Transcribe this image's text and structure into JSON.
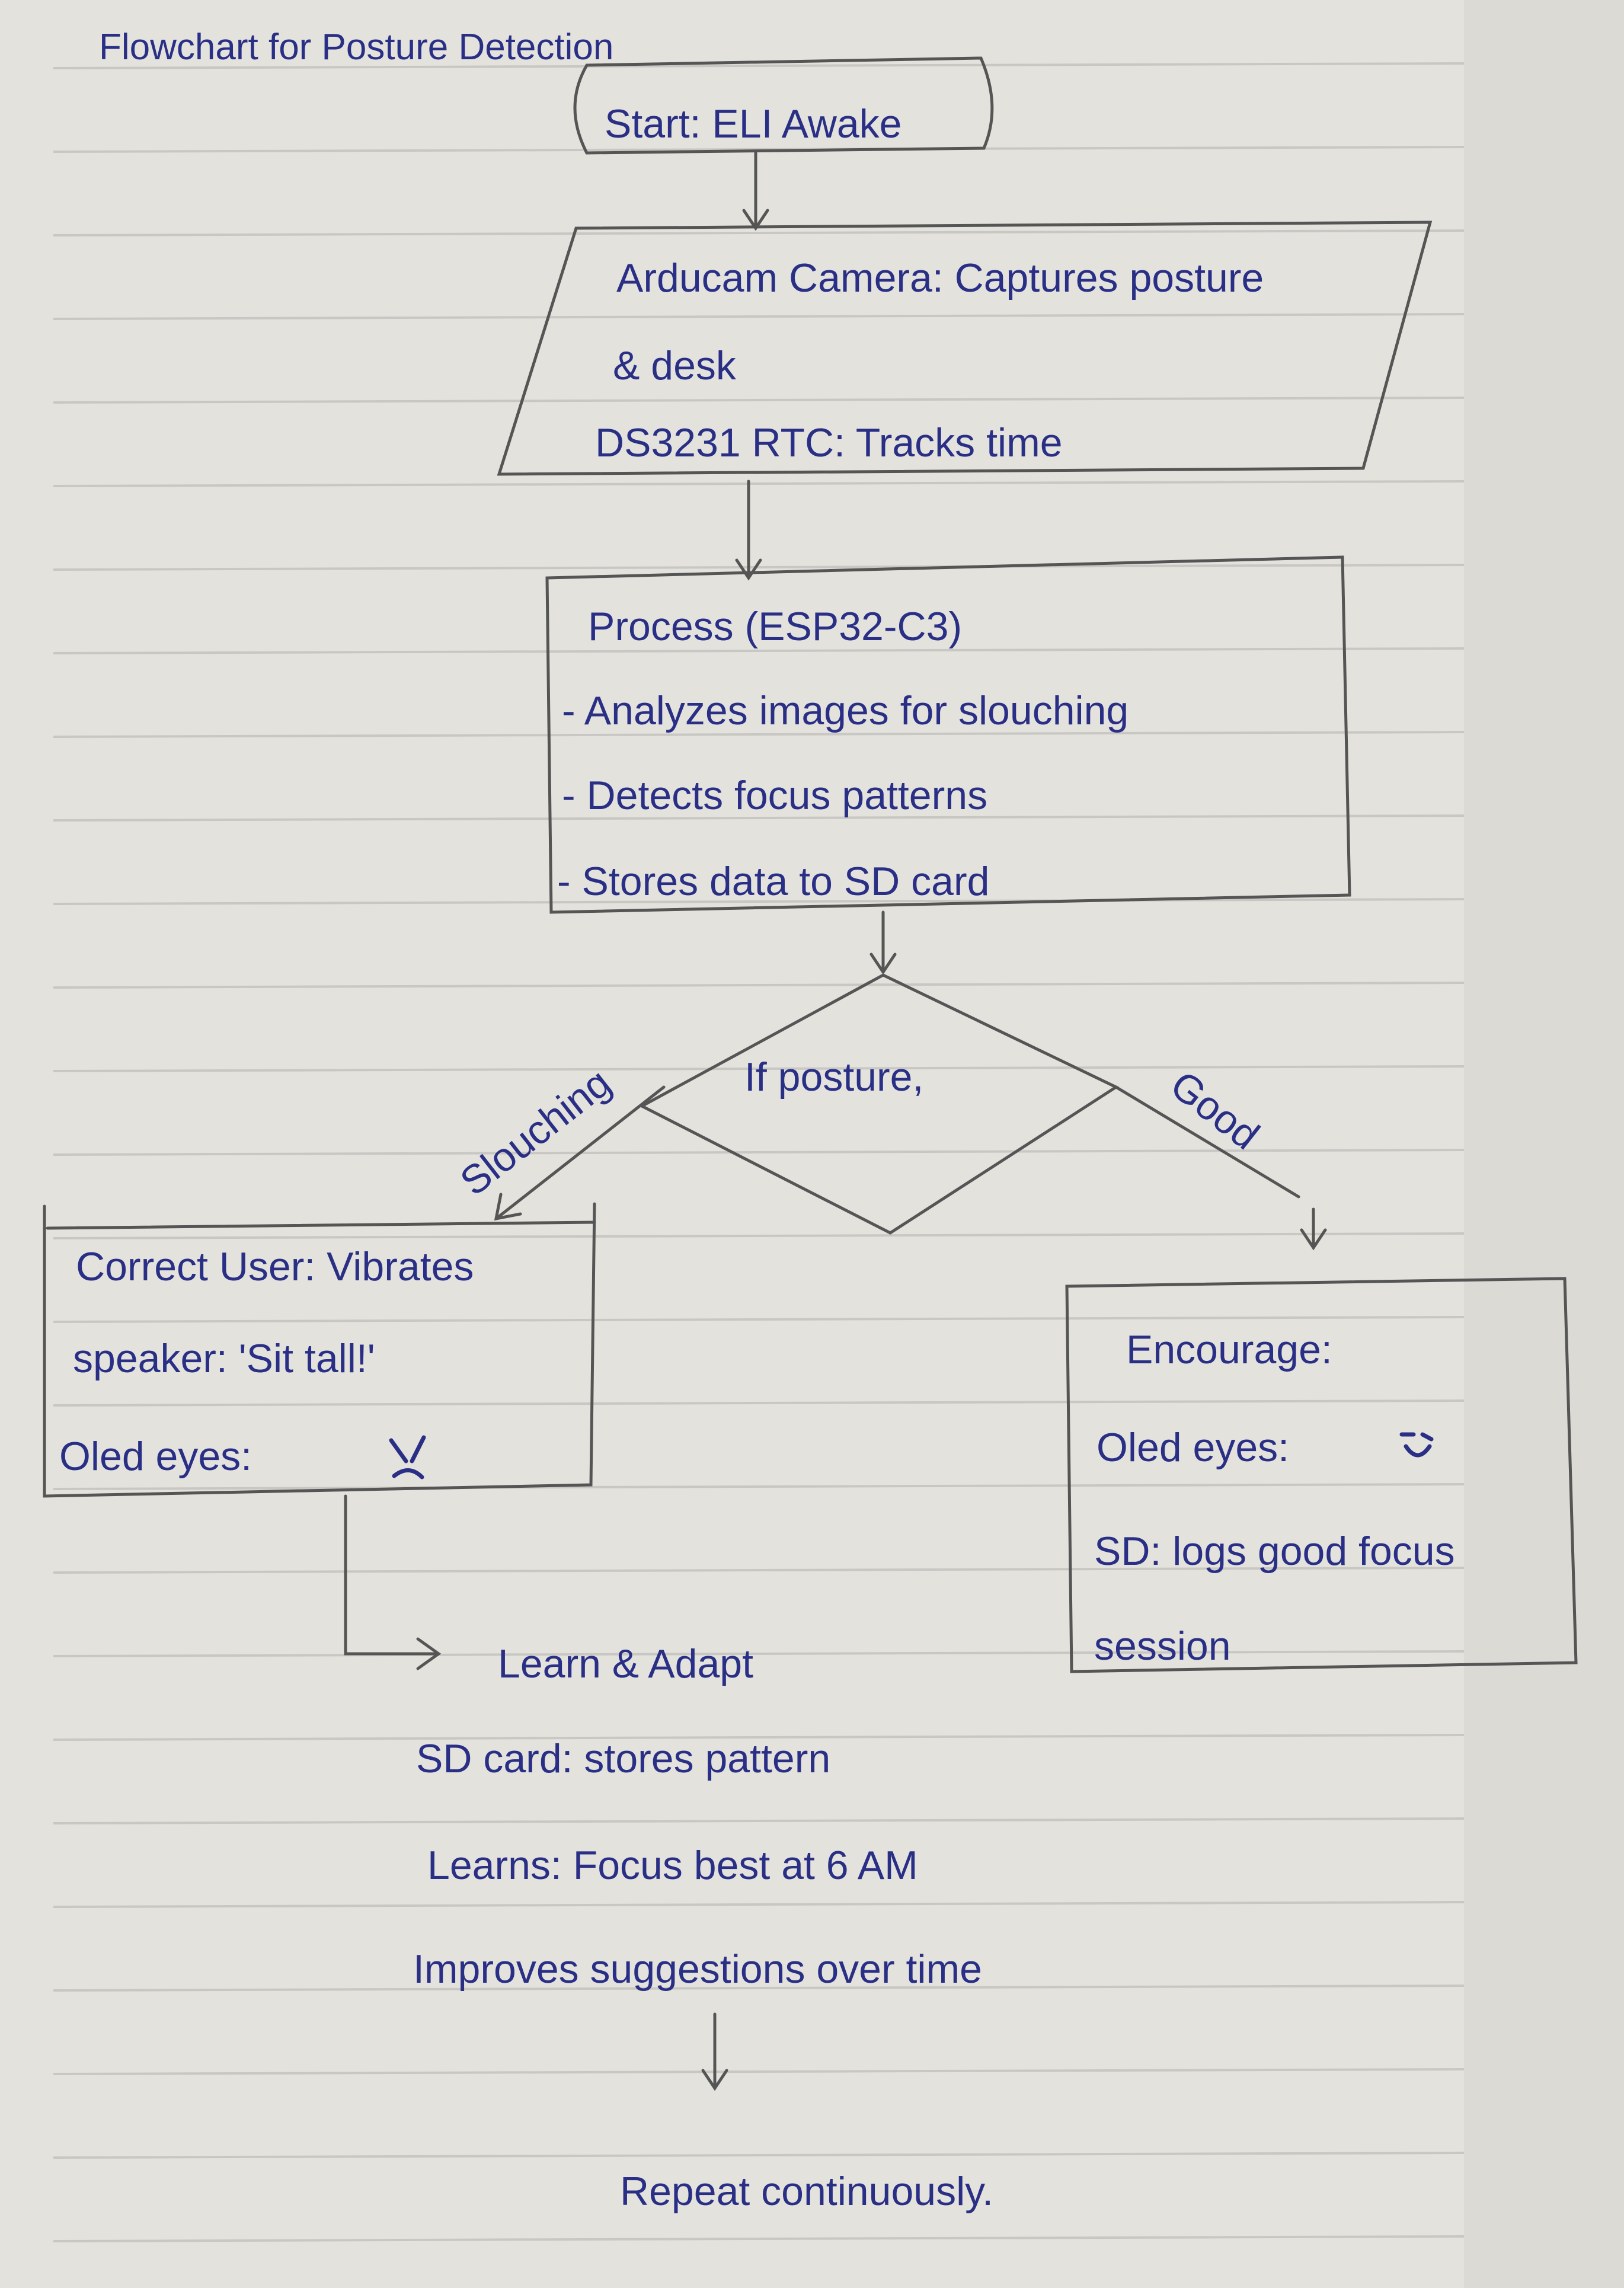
{
  "title": "Flowchart for Posture Detection",
  "colors": {
    "paper": "#e4e2dd",
    "ink": "#2a2f86",
    "pencil": "#555555"
  },
  "nodes": {
    "start": {
      "label": "Start: ELI Awake"
    },
    "input": {
      "lines": [
        "Arducam Camera: Captures posture",
        "& desk",
        "DS3231 RTC: Tracks time"
      ]
    },
    "process": {
      "lines": [
        "Process (ESP32-C3)",
        "- Analyzes images for slouching",
        "- Detects focus patterns",
        "- Stores data to SD card"
      ]
    },
    "decision": {
      "label": "If posture,"
    },
    "correct": {
      "lines": [
        "Correct User: Vibrates",
        "speaker: 'Sit tall!'",
        "Oled eyes:"
      ],
      "face_icon": "angry-face-icon"
    },
    "encourage": {
      "lines": [
        "Encourage:",
        "Oled eyes:",
        "SD: logs good focus",
        "session"
      ],
      "face_icon": "happy-face-icon"
    },
    "learn": {
      "lines": [
        "Learn & Adapt",
        "SD card: stores pattern",
        "Learns: Focus best at 6 AM",
        "Improves suggestions over time"
      ]
    },
    "repeat": {
      "label": "Repeat continuously."
    }
  },
  "edges": {
    "slouching_label": "Slouching",
    "good_label": "Good"
  }
}
